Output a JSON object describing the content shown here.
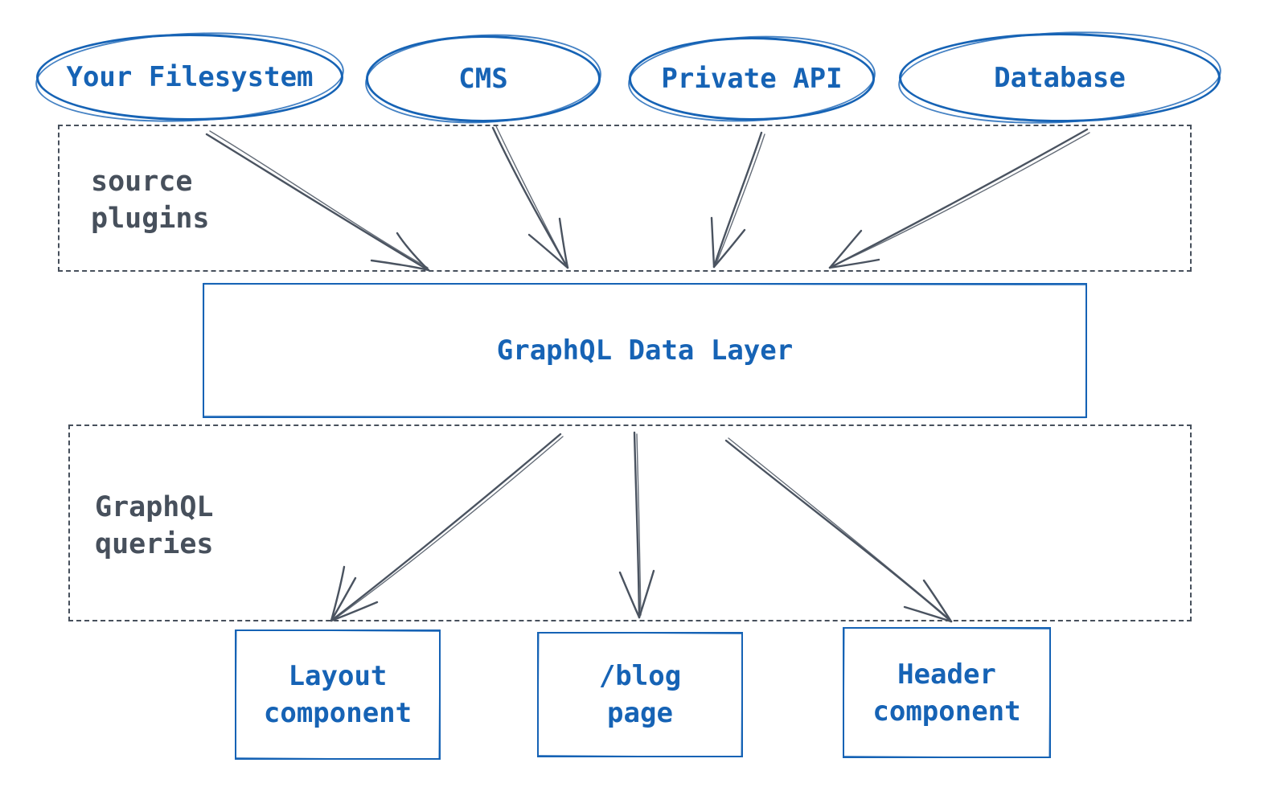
{
  "colors": {
    "blue": "#1663b5",
    "gray": "#47505c",
    "background": "#ffffff"
  },
  "sources": [
    {
      "label": "Your Filesystem"
    },
    {
      "label": "CMS"
    },
    {
      "label": "Private API"
    },
    {
      "label": "Database"
    }
  ],
  "zones": {
    "source_plugins": {
      "line1": "source",
      "line2": "plugins"
    },
    "graphql_queries": {
      "line1": "GraphQL",
      "line2": "queries"
    }
  },
  "data_layer": {
    "label": "GraphQL Data Layer"
  },
  "outputs": [
    {
      "line1": "Layout",
      "line2": "component"
    },
    {
      "line1": "/blog",
      "line2": "page"
    },
    {
      "line1": "Header",
      "line2": "component"
    }
  ]
}
